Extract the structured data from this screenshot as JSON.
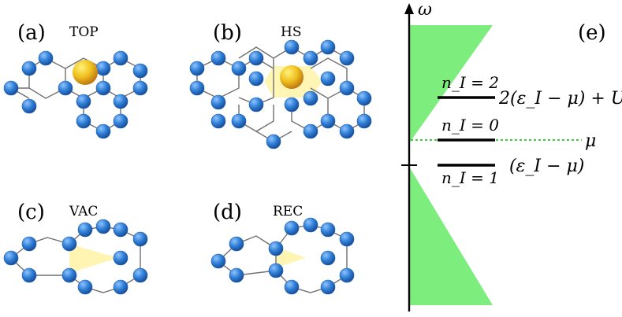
{
  "panels": {
    "a": {
      "tag": "(a)",
      "label": "TOP"
    },
    "b": {
      "tag": "(b)",
      "label": "HS"
    },
    "c": {
      "tag": "(c)",
      "label": "VAC"
    },
    "d": {
      "tag": "(d)",
      "label": "REC"
    },
    "e": {
      "tag": "(e)"
    }
  },
  "energy_diagram": {
    "axis_label": "ω",
    "levels": [
      {
        "occupation": "n_I = 2",
        "energy": "2(ε_I − μ) + U"
      },
      {
        "occupation": "n_I = 0",
        "energy": "μ"
      },
      {
        "occupation": "n_I = 1",
        "energy": "(ε_I − μ)"
      }
    ]
  },
  "colors": {
    "atom": "#2f7fd6",
    "adatom": "#e8b818",
    "highlight": "#fff3a8",
    "band": "#7ded7d",
    "fermi_line": "#3bd03b"
  }
}
